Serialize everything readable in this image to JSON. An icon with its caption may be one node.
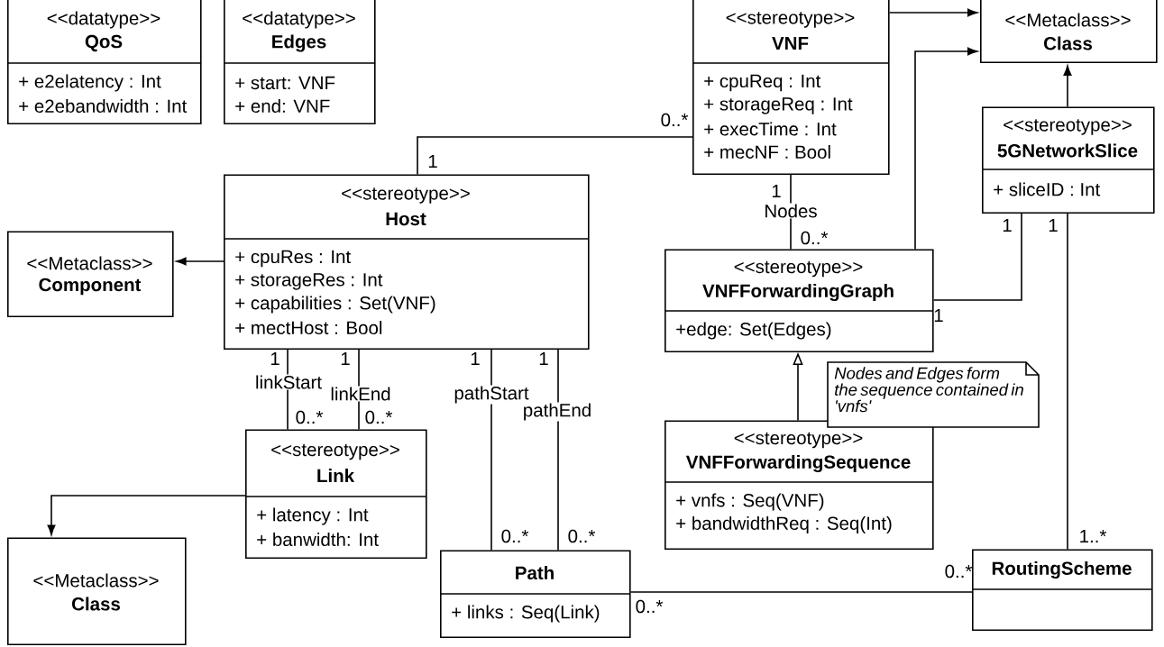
{
  "diagram": {
    "nodes": [
      {
        "text": [
          "<<datatype>>",
          "QoS",
          "+ e2elatency : Int",
          "+ e2ebandwidth : Int"
        ]
      },
      {
        "text": [
          "<<datatype>>",
          "Edges",
          "+ start: VNF",
          "+ end: VNF"
        ]
      },
      {
        "text": [
          "<<stereotype>>",
          "VNF",
          "+ cpuReq : Int",
          "+ storageReq : Int",
          "+ execTime : Int",
          "+ mecNF : Bool"
        ]
      },
      {
        "text": [
          "<<Metaclass>>",
          "Class"
        ]
      },
      {
        "text": [
          "<<stereotype>>",
          "5GNetworkSlice",
          "+ sliceID : Int"
        ]
      },
      {
        "text": [
          "<<stereotype>>",
          "Host",
          "+ cpuRes : Int",
          "+ storageRes : Int",
          "+ capabilities : Set(VNF)",
          "+ mectHost : Bool"
        ]
      },
      {
        "text": [
          "<<Metaclass>>",
          "Component"
        ]
      },
      {
        "text": [
          "<<stereotype>>",
          "VNFForwardingGraph",
          "+edge: Set(Edges)"
        ]
      },
      {
        "text": [
          "Nodes and Edges form the sequence contained in 'vnfs'"
        ]
      },
      {
        "text": [
          "<<stereotype>>",
          "VNFForwardingSequence",
          "+ vnfs : Seq(VNF)",
          "+ bandwidthReq : Seq(Int)"
        ]
      },
      {
        "text": [
          "<<stereotype>>",
          "Link",
          "+ latency : Int",
          "+ banwidth: Int"
        ]
      },
      {
        "text": [
          "<<Metaclass>>",
          "Class"
        ]
      },
      {
        "text": [
          "Path",
          "+ links : Seq(Link)"
        ]
      },
      {
        "text": [
          "RoutingScheme"
        ]
      }
    ],
    "edges": [
      {
        "from": 5,
        "to": 2,
        "arrow": "none"
      },
      {
        "from": 2,
        "to": 3,
        "arrow": "to"
      },
      {
        "from": 7,
        "to": 3,
        "arrow": "to"
      },
      {
        "from": 4,
        "to": 3,
        "arrow": "to"
      },
      {
        "from": 2,
        "to": 7,
        "arrow": "none",
        "label": "Nodes"
      },
      {
        "from": 4,
        "to": 7,
        "arrow": "none"
      },
      {
        "from": 4,
        "to": 13,
        "arrow": "none"
      },
      {
        "from": 5,
        "to": 6,
        "arrow": "to"
      },
      {
        "from": 9,
        "to": 7,
        "arrow": "to"
      },
      {
        "from": 5,
        "to": 10,
        "arrow": "none",
        "label": "linkStart"
      },
      {
        "from": 5,
        "to": 10,
        "arrow": "none",
        "label": "linkEnd"
      },
      {
        "from": 5,
        "to": 12,
        "arrow": "none",
        "label": "pathStart"
      },
      {
        "from": 5,
        "to": 12,
        "arrow": "none",
        "label": "pathEnd"
      },
      {
        "from": 10,
        "to": 11,
        "arrow": "to"
      },
      {
        "from": 12,
        "to": 13,
        "arrow": "none"
      }
    ],
    "labels": [
      "0..*",
      "1",
      "1",
      "1",
      "1",
      "0..*",
      "1",
      "1",
      "1",
      "1",
      "1",
      "0..*",
      "0..*",
      "0..*",
      "0..*",
      "1..*",
      "0..*",
      "0..*"
    ]
  }
}
